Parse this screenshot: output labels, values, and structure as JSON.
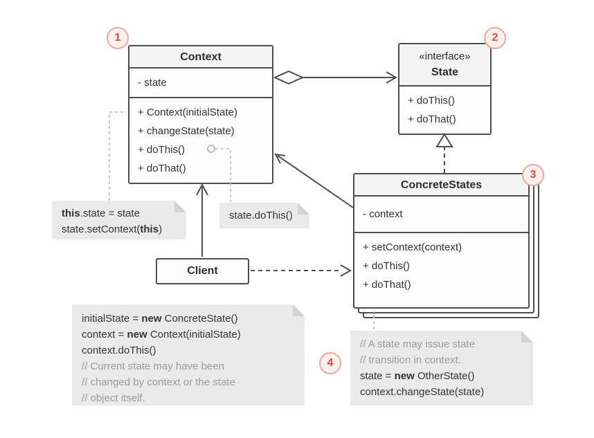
{
  "diagram": {
    "subject": "State design pattern UML structure"
  },
  "colors": {
    "line": "#4e4e4e",
    "note_bg": "#eaeaea",
    "accent_red": "#e3493e",
    "comment_gray": "#9b9b9b"
  },
  "badges": {
    "b1": "1",
    "b2": "2",
    "b3": "3",
    "b4": "4"
  },
  "context_class": {
    "title": "Context",
    "field_1": "- state",
    "method_1": "+ Context(initialState)",
    "method_2": "+ changeState(state)",
    "method_3": "+ doThis()",
    "method_4": "+ doThat()"
  },
  "state_interface": {
    "stereotype": "«interface»",
    "title": "State",
    "method_1": "+ doThis()",
    "method_2": "+ doThat()"
  },
  "concrete_states_class": {
    "title": "ConcreteStates",
    "field_1": "- context",
    "method_1": "+ setContext(context)",
    "method_2": "+ doThis()",
    "method_3": "+ doThat()"
  },
  "client_class": {
    "title": "Client"
  },
  "note_set_state": {
    "line1_bold": "this",
    "line1_rest": ".state = state",
    "line2_pre": "state.setContext(",
    "line2_bold": "this",
    "line2_post": ")"
  },
  "note_delegate": {
    "line1": "state.doThis()"
  },
  "note_client_code": {
    "line1_pre": "initialState = ",
    "line1_bold": "new",
    "line1_post": " ConcreteState()",
    "line2_pre": "context = ",
    "line2_bold": "new",
    "line2_post": " Context(initialState)",
    "line3": "context.doThis()",
    "comment1": "// Current state may have been",
    "comment2": "// changed by context or the state",
    "comment3": "// object itself."
  },
  "note_state_code": {
    "comment1": "// A state may issue state",
    "comment2": "// transition in context.",
    "line1_pre": "state = ",
    "line1_bold": "new",
    "line1_post": " OtherState()",
    "line2": "context.changeState(state)"
  }
}
